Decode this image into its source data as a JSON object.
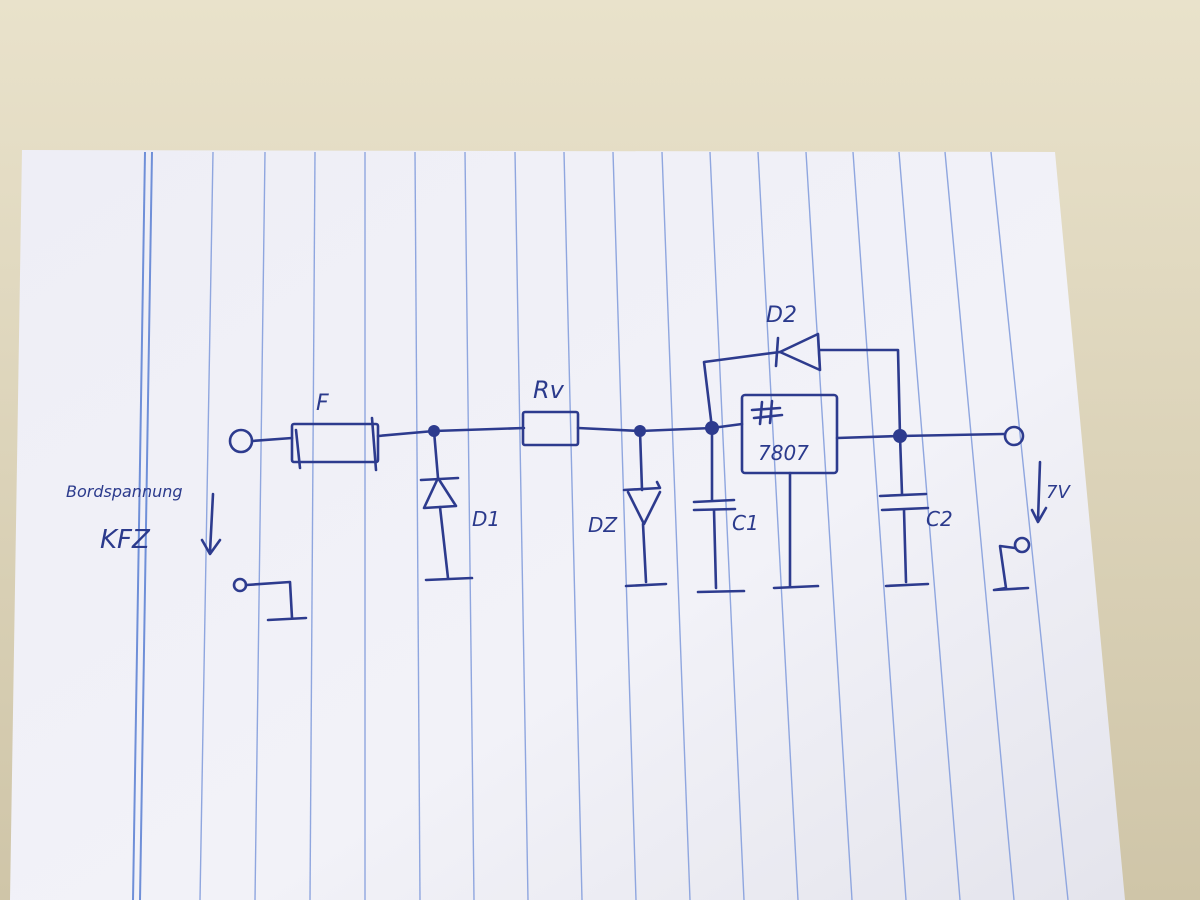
{
  "labels": {
    "fuse": "F",
    "resistor": "Rv",
    "diode1": "D1",
    "diode2": "D2",
    "zener": "DZ",
    "cap1": "C1",
    "cap2": "C2",
    "regulator": "7807",
    "input_line1": "Bordspannung",
    "input_line2": "KFZ",
    "output_voltage": "7V"
  },
  "colors": {
    "ink": "#2d3b8e",
    "paper": "#f0f0f6",
    "ruling": "#8fa6df",
    "margin": "#6f8fd8",
    "desk": "#d8cfb6"
  }
}
